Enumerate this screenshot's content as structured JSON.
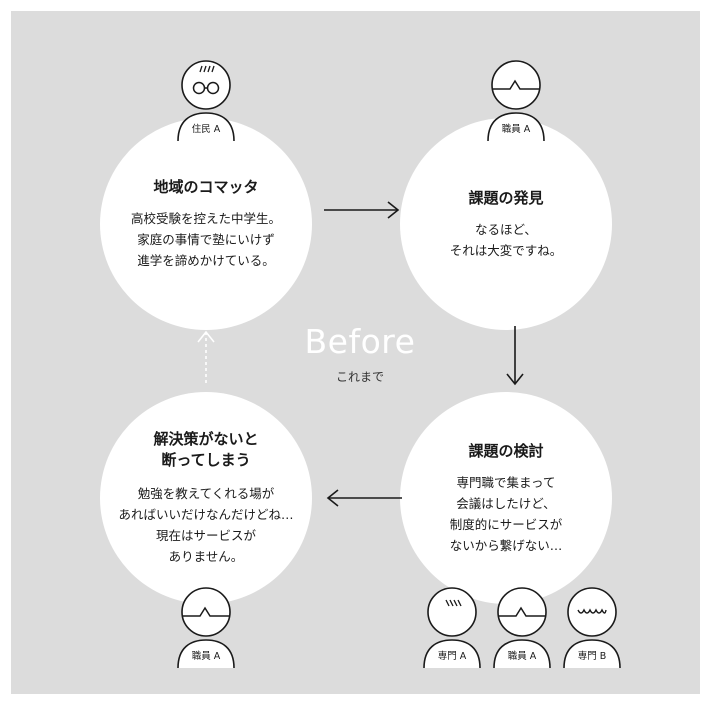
{
  "center": {
    "title": "Before",
    "subtitle": "これまで"
  },
  "circles": [
    {
      "title_lines": [
        "地域のコマッタ"
      ],
      "body": [
        "高校受験を控えた中学生。",
        "家庭の事情で塾にいけず",
        "進学を諦めかけている。"
      ]
    },
    {
      "title_lines": [
        "課題の発見"
      ],
      "body": [
        "なるほど、",
        "それは大変ですね。"
      ]
    },
    {
      "title_lines": [
        "課題の検討"
      ],
      "body": [
        "専門職で集まって",
        "会議はしたけど、",
        "制度的にサービスが",
        "ないから繋げない…"
      ]
    },
    {
      "title_lines": [
        "解決策がないと",
        "断ってしまう"
      ],
      "body": [
        "勉強を教えてくれる場が",
        "あればいいだけなんだけどね…",
        "現在はサービスが",
        "ありません。"
      ]
    }
  ],
  "people": {
    "resident": "住民 A",
    "staff_top": "職員 A",
    "staff_bottom": "職員 A",
    "expert_a": "専門 A",
    "staff_group": "職員 A",
    "expert_b": "専門 B"
  },
  "icons": [
    "person-resident-icon",
    "person-staff-icon",
    "person-expert-icon",
    "arrow-right-icon",
    "arrow-down-icon",
    "arrow-left-icon",
    "arrow-up-dashed-icon"
  ],
  "colors": {
    "background": "#dcdcdc",
    "circle": "#ffffff",
    "line": "#1a1a1a",
    "dashed": "#ffffff"
  }
}
